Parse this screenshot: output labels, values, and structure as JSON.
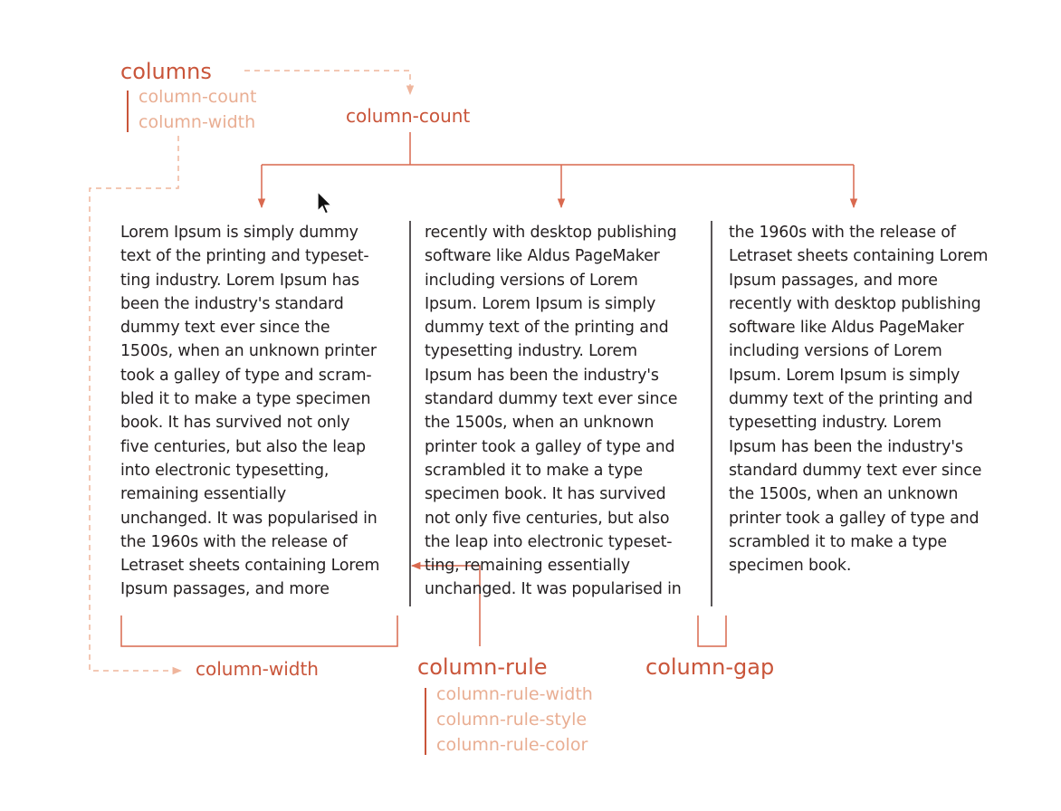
{
  "labels": {
    "columns": "columns",
    "columns_sub": [
      "column-count",
      "column-width"
    ],
    "column_count": "column-count",
    "column_width": "column-width",
    "column_rule": "column-rule",
    "column_rule_sub": [
      "column-rule-width",
      "column-rule-style",
      "column-rule-color"
    ],
    "column_gap": "column-gap"
  },
  "text_columns": [
    "Lorem Ipsum is simply dummy\ntext of the printing and typeset-\nting industry. Lorem Ipsum has\nbeen the industry's standard\ndummy text ever since the\n1500s, when an unknown printer\ntook a galley of type and scram-\nbled it to make a type specimen\nbook. It has survived not only\nfive centuries, but also the leap\ninto electronic typesetting,\nremaining essentially\nunchanged. It was popularised in\nthe 1960s with the release of\nLetraset sheets containing Lorem\nIpsum passages, and more",
    "recently with desktop publishing\nsoftware like Aldus PageMaker\nincluding versions of Lorem\nIpsum. Lorem Ipsum is simply\ndummy text of the printing and\ntypesetting industry. Lorem\nIpsum has been the industry's\nstandard dummy text ever since\nthe 1500s, when an unknown\nprinter took a galley of type and\nscrambled it to make a type\nspecimen book. It has survived\nnot only five centuries, but also\nthe leap into electronic typeset-\nting, remaining essentially\nunchanged. It was popularised in",
    "the 1960s with the release of\nLetraset sheets containing Lorem\nIpsum passages, and more\nrecently with desktop publishing\nsoftware like Aldus PageMaker\nincluding versions of Lorem\nIpsum.  Lorem Ipsum is simply\ndummy text of the printing and\ntypesetting industry. Lorem\nIpsum has been the industry's\nstandard dummy text ever since\nthe 1500s, when an unknown\nprinter took a galley of type and\nscrambled it to make a type\nspecimen book."
  ],
  "colors": {
    "accent": "#c9553a",
    "accent_light": "#e9ae93",
    "bracket": "#d9694f",
    "text": "#231f20"
  }
}
